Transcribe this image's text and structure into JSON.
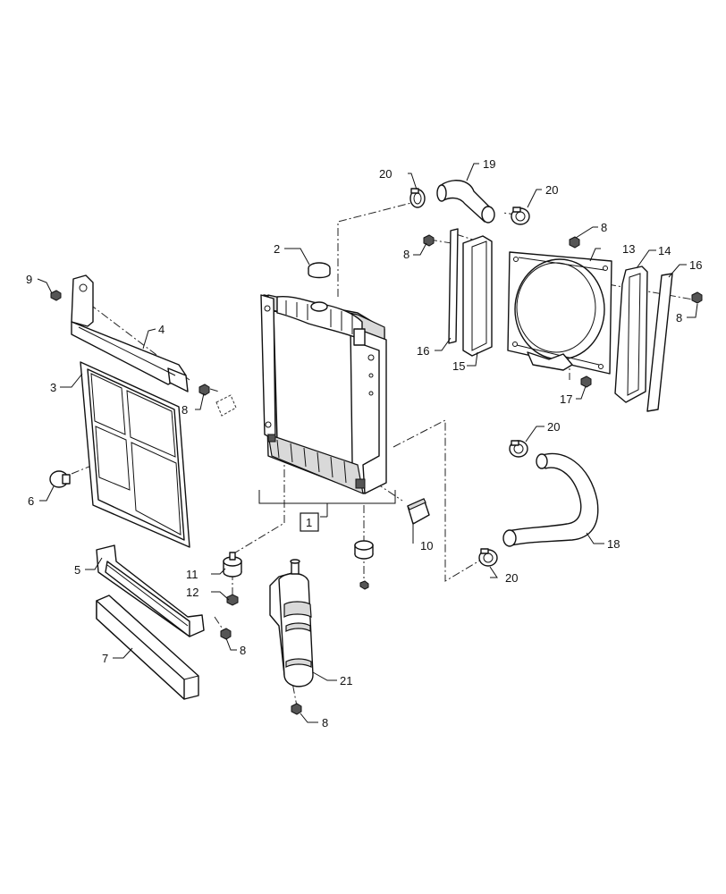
{
  "callouts": {
    "c1": "1",
    "c2": "2",
    "c3": "3",
    "c4": "4",
    "c5": "5",
    "c6": "6",
    "c7": "7",
    "c8a": "8",
    "c8b": "8",
    "c8c": "8",
    "c8d": "8",
    "c8e": "8",
    "c8f": "8",
    "c9": "9",
    "c10": "10",
    "c11": "11",
    "c12": "12",
    "c13": "13",
    "c14": "14",
    "c15": "15",
    "c16a": "16",
    "c16b": "16",
    "c17": "17",
    "c18": "18",
    "c19": "19",
    "c20a": "20",
    "c20b": "20",
    "c20c": "20",
    "c20d": "20",
    "c21": "21"
  }
}
